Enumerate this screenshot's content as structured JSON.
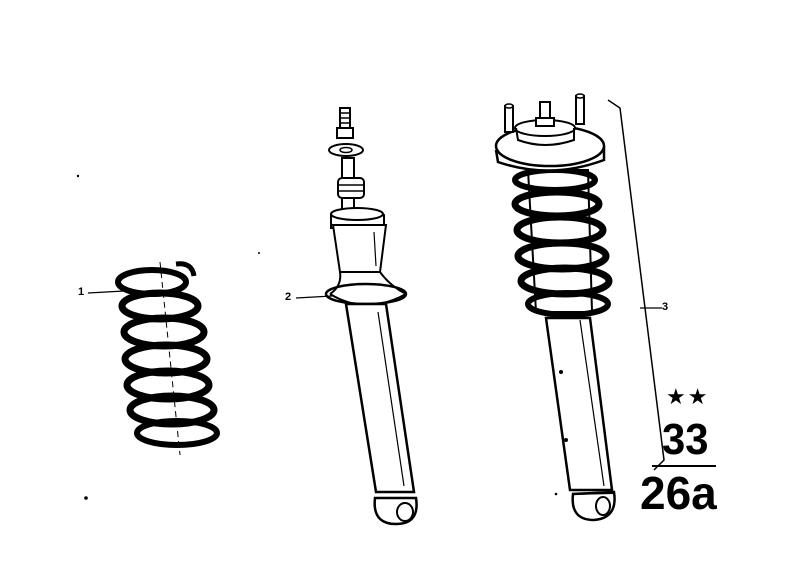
{
  "callouts": [
    {
      "id": "1",
      "label": "1"
    },
    {
      "id": "2",
      "label": "2"
    },
    {
      "id": "3",
      "label": "3"
    }
  ],
  "catalog": {
    "stars": "★★",
    "group_number": "33",
    "diagram_number": "26a"
  }
}
